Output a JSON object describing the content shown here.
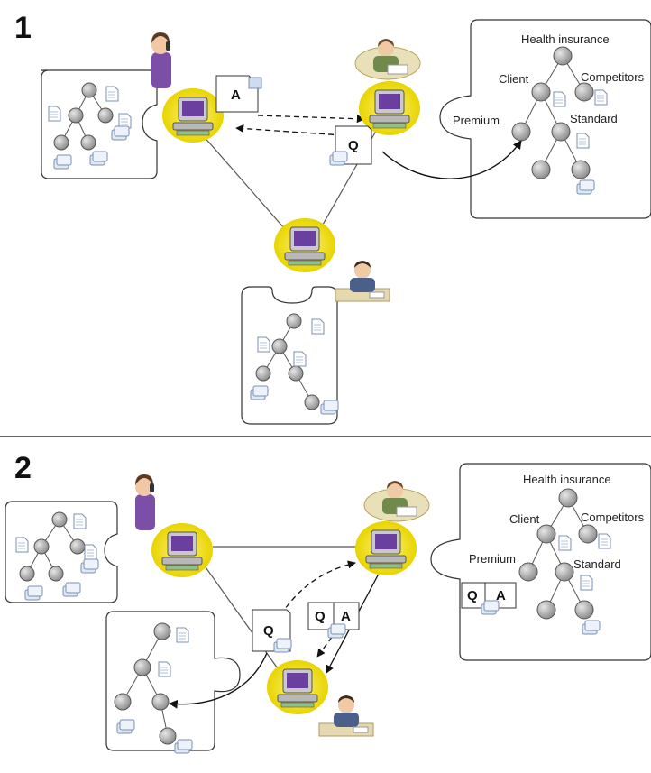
{
  "panels": [
    {
      "number": "1",
      "tree_labels": {
        "root": "Health insurance",
        "client": "Client",
        "competitors": "Competitors",
        "premium": "Premium",
        "standard": "Standard"
      },
      "doc_a": "A",
      "doc_q": "Q"
    },
    {
      "number": "2",
      "tree_labels": {
        "root": "Health insurance",
        "client": "Client",
        "competitors": "Competitors",
        "premium": "Premium",
        "standard": "Standard"
      },
      "doc_q": "Q",
      "pair_q": "Q",
      "pair_a": "A",
      "stored_q": "Q",
      "stored_a": "A"
    }
  ],
  "colors": {
    "node_fill": "#9a9a9a",
    "monitor_halo": "#f2e600",
    "monitor_screen": "#6a3fa0",
    "line": "#555555"
  }
}
